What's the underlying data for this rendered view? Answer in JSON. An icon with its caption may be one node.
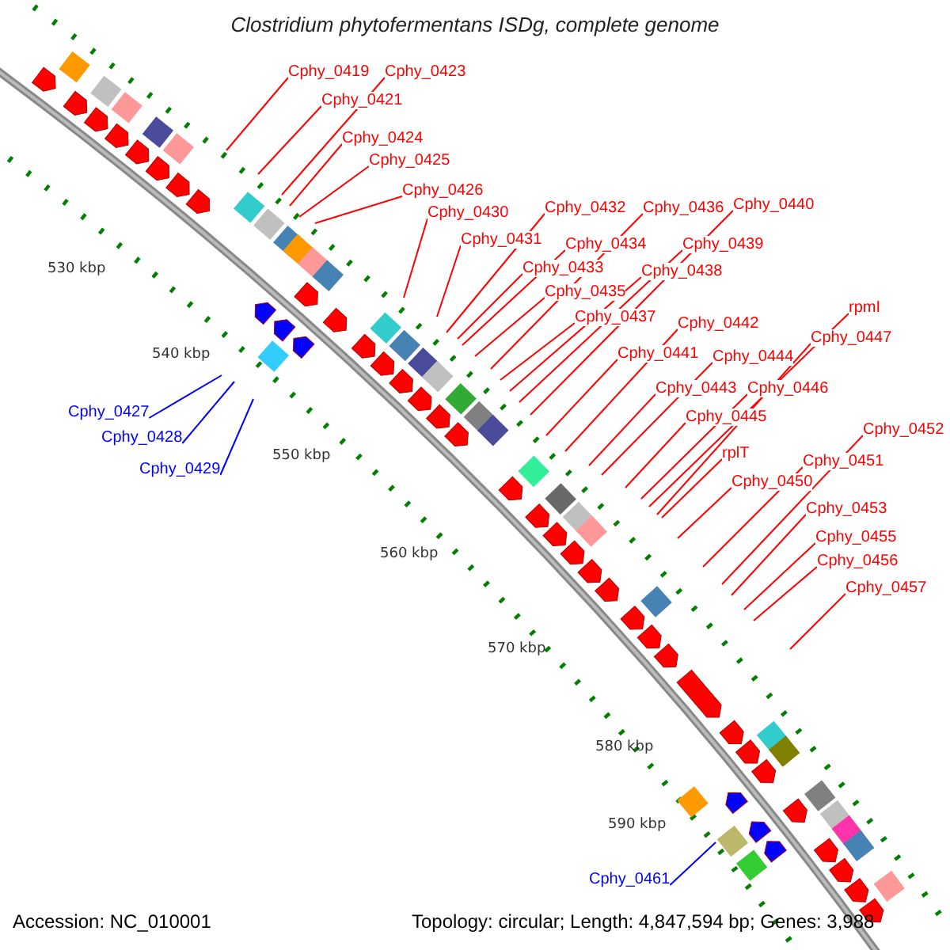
{
  "diagram": {
    "title": "Clostridium phytofermentans ISDg, complete genome",
    "nodes": [
      {
        "text": [
          "Cphy_0419"
        ]
      },
      {
        "text": [
          "Cphy_0423"
        ]
      },
      {
        "text": [
          "Cphy_0421"
        ]
      },
      {
        "text": [
          "Cphy_0424"
        ]
      },
      {
        "text": [
          "Cphy_0425"
        ]
      },
      {
        "text": [
          "Cphy_0426"
        ]
      },
      {
        "text": [
          "Cphy_0430"
        ]
      },
      {
        "text": [
          "Cphy_0432"
        ]
      },
      {
        "text": [
          "Cphy_0436"
        ]
      },
      {
        "text": [
          "Cphy_0440"
        ]
      },
      {
        "text": [
          "Cphy_0431"
        ]
      },
      {
        "text": [
          "Cphy_0434"
        ]
      },
      {
        "text": [
          "Cphy_0439"
        ]
      },
      {
        "text": [
          "Cphy_0433"
        ]
      },
      {
        "text": [
          "Cphy_0438"
        ]
      },
      {
        "text": [
          "Cphy_0435"
        ]
      },
      {
        "text": [
          "Cphy_0437"
        ]
      },
      {
        "text": [
          "Cphy_0442"
        ]
      },
      {
        "text": [
          "rpmI"
        ]
      },
      {
        "text": [
          "Cphy_0447"
        ]
      },
      {
        "text": [
          "Cphy_0441"
        ]
      },
      {
        "text": [
          "Cphy_0444"
        ]
      },
      {
        "text": [
          "Cphy_0443"
        ]
      },
      {
        "text": [
          "Cphy_0446"
        ]
      },
      {
        "text": [
          "Cphy_0445"
        ]
      },
      {
        "text": [
          "Cphy_0452"
        ]
      },
      {
        "text": [
          "rplT"
        ]
      },
      {
        "text": [
          "Cphy_0451"
        ]
      },
      {
        "text": [
          "Cphy_0450"
        ]
      },
      {
        "text": [
          "Cphy_0453"
        ]
      },
      {
        "text": [
          "Cphy_0455"
        ]
      },
      {
        "text": [
          "Cphy_0456"
        ]
      },
      {
        "text": [
          "Cphy_0457"
        ]
      },
      {
        "text": [
          "Cphy_0427"
        ]
      },
      {
        "text": [
          "Cphy_0428"
        ]
      },
      {
        "text": [
          "Cphy_0429"
        ]
      },
      {
        "text": [
          "Cphy_0461"
        ]
      }
    ],
    "edges": [
      {
        "from": 0,
        "to": null,
        "arrow": "none"
      },
      {
        "from": 1,
        "to": null,
        "arrow": "none"
      },
      {
        "from": 2,
        "to": null,
        "arrow": "none"
      },
      {
        "from": 3,
        "to": null,
        "arrow": "none"
      },
      {
        "from": 4,
        "to": null,
        "arrow": "none"
      },
      {
        "from": 5,
        "to": null,
        "arrow": "none"
      },
      {
        "from": 6,
        "to": null,
        "arrow": "none"
      },
      {
        "from": 7,
        "to": null,
        "arrow": "none"
      },
      {
        "from": 8,
        "to": null,
        "arrow": "none"
      },
      {
        "from": 9,
        "to": null,
        "arrow": "none"
      },
      {
        "from": 10,
        "to": null,
        "arrow": "none"
      },
      {
        "from": 11,
        "to": null,
        "arrow": "none"
      },
      {
        "from": 12,
        "to": null,
        "arrow": "none"
      },
      {
        "from": 13,
        "to": null,
        "arrow": "none"
      },
      {
        "from": 14,
        "to": null,
        "arrow": "none"
      },
      {
        "from": 15,
        "to": null,
        "arrow": "none"
      },
      {
        "from": 16,
        "to": null,
        "arrow": "none"
      },
      {
        "from": 17,
        "to": null,
        "arrow": "none"
      },
      {
        "from": 18,
        "to": null,
        "arrow": "none"
      },
      {
        "from": 19,
        "to": null,
        "arrow": "none"
      },
      {
        "from": 20,
        "to": null,
        "arrow": "none"
      },
      {
        "from": 21,
        "to": null,
        "arrow": "none"
      },
      {
        "from": 22,
        "to": null,
        "arrow": "none"
      },
      {
        "from": 23,
        "to": null,
        "arrow": "none"
      },
      {
        "from": 24,
        "to": null,
        "arrow": "none"
      },
      {
        "from": 25,
        "to": null,
        "arrow": "none"
      },
      {
        "from": 26,
        "to": null,
        "arrow": "none"
      },
      {
        "from": 27,
        "to": null,
        "arrow": "none"
      },
      {
        "from": 28,
        "to": null,
        "arrow": "none"
      },
      {
        "from": 29,
        "to": null,
        "arrow": "none"
      },
      {
        "from": 30,
        "to": null,
        "arrow": "none"
      },
      {
        "from": 31,
        "to": null,
        "arrow": "none"
      },
      {
        "from": 32,
        "to": null,
        "arrow": "none"
      },
      {
        "from": 33,
        "to": null,
        "arrow": "none",
        "color": "#0000ff"
      },
      {
        "from": 34,
        "to": null,
        "arrow": "none",
        "color": "#0000ff"
      },
      {
        "from": 35,
        "to": null,
        "arrow": "none",
        "color": "#0000ff"
      },
      {
        "from": 36,
        "to": null,
        "arrow": "none",
        "color": "#0000ff"
      }
    ],
    "labels": [
      "530 kbp",
      "540 kbp",
      "550 kbp",
      "560 kbp",
      "570 kbp",
      "580 kbp",
      "590 kbp",
      "Accession: NC_010001",
      "Topology: circular; Length: 4,847,594 bp; Genes: 3,988"
    ]
  }
}
